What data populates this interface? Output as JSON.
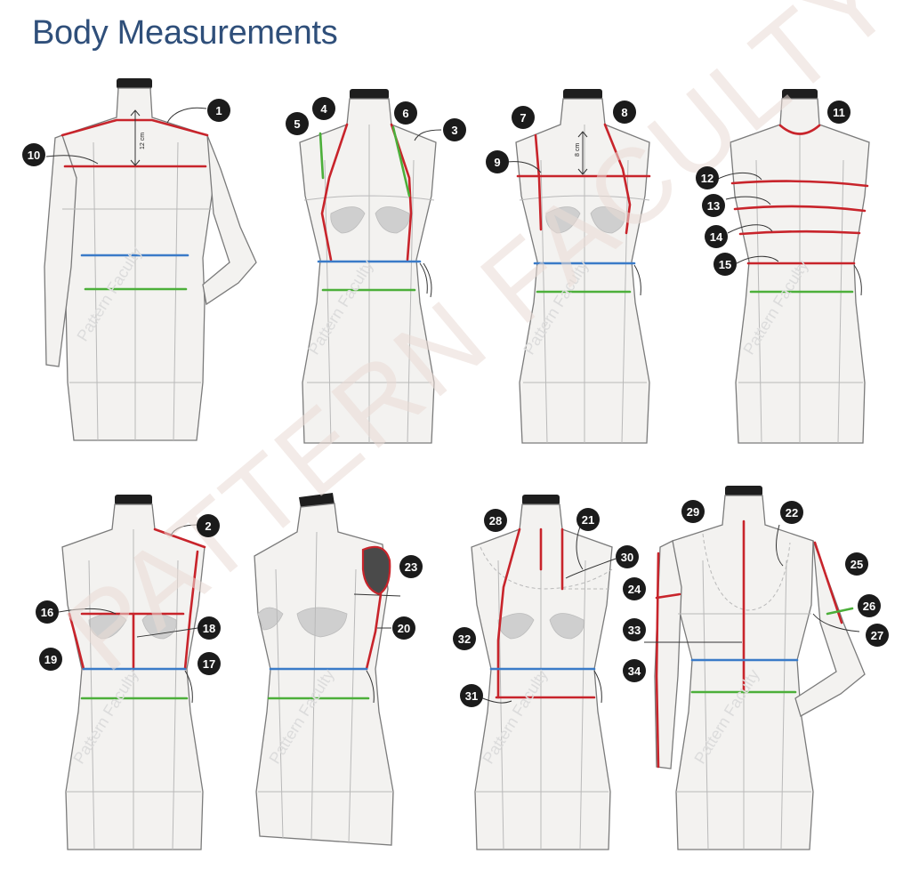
{
  "title": "Body Measurements",
  "watermark": {
    "brand": "PATTERN FACULTY",
    "small": "Pattern Faculty"
  },
  "dimension_labels": {
    "back_neck_drop": "12 cm",
    "front_neck_drop": "8 cm"
  },
  "measurement_markers": [
    "1",
    "2",
    "3",
    "4",
    "5",
    "6",
    "7",
    "8",
    "9",
    "10",
    "11",
    "12",
    "13",
    "14",
    "15",
    "16",
    "17",
    "18",
    "19",
    "20",
    "21",
    "22",
    "23",
    "24",
    "25",
    "26",
    "27",
    "28",
    "29",
    "30",
    "31",
    "32",
    "33",
    "34"
  ],
  "colors": {
    "title": "#2f4f7a",
    "red_line": "#c8242b",
    "green_line": "#4caf3a",
    "blue_line": "#3a7bc8",
    "badge": "#1b1b1b",
    "form": "#f3f2f0"
  }
}
